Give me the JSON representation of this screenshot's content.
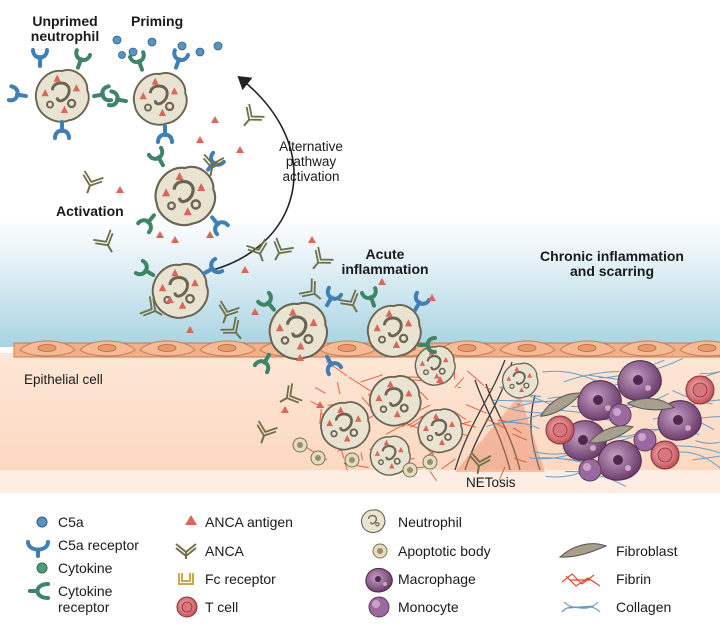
{
  "stages": {
    "unprimed": "Unprimed\nneutrophil",
    "priming": "Priming",
    "activation": "Activation",
    "alternative": "Alternative\npathway\nactivation",
    "acute": "Acute\ninflammation",
    "chronic": "Chronic inflammation\nand scarring",
    "epithelial": "Epithelial cell",
    "netosis": "NETosis"
  },
  "legend": {
    "c5a": "C5a",
    "c5a_receptor": "C5a receptor",
    "cytokine": "Cytokine",
    "cytokine_receptor": "Cytokine\nreceptor",
    "anca_antigen": "ANCA antigen",
    "anca": "ANCA",
    "fc_receptor": "Fc receptor",
    "t_cell": "T cell",
    "neutrophil": "Neutrophil",
    "apoptotic_body": "Apoptotic body",
    "macrophage": "Macrophage",
    "monocyte": "Monocyte",
    "fibroblast": "Fibroblast",
    "fibrin": "Fibrin",
    "collagen": "Collagen"
  },
  "colors": {
    "c5a": "#5a93c2",
    "c5a_receptor": "#3f7fb5",
    "cytokine": "#4f9a78",
    "cytokine_receptor": "#3e8466",
    "anca_antigen": "#d9685a",
    "anca": "#8a8a5c",
    "fc_receptor": "#c9a94a",
    "neutrophil": "#e9e3d2",
    "macrophage": "#7a4b78",
    "monocyte": "#9a6a9e",
    "t_cell": "#c4454e",
    "fibrin": "#e04a2c",
    "collagen": "#6a9cc4",
    "epithelium": "#f2b48c",
    "blood": "#cfe6f0",
    "tissue": "#fbdcc6"
  }
}
